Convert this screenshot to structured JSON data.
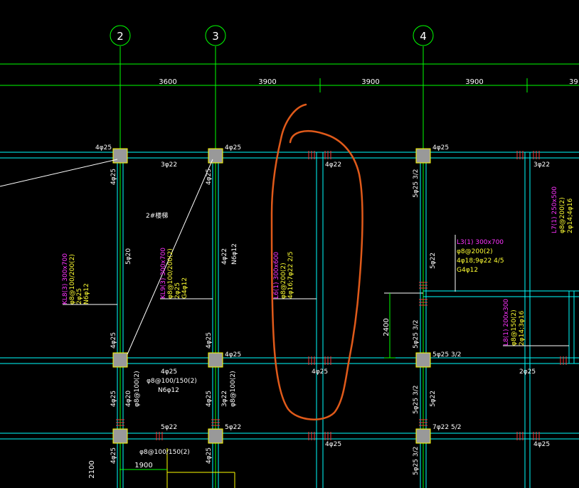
{
  "axes": [
    "2",
    "3",
    "4"
  ],
  "dimensions": {
    "d1": "3600",
    "d2": "3900",
    "d3": "3900",
    "d4": "3900",
    "d5": "39",
    "v1": "2400",
    "v2": "2100",
    "h1": "1900"
  },
  "labels": {
    "room": "2#楼梯",
    "kl8": "KL8(3) 300x700",
    "kl8_s": "φ8@100/200(2)",
    "kl8_t": "2φ25",
    "kl8_n": "N6φ12",
    "kl9": "KL9(3) 300x700",
    "kl9_s": "φ8@100/200(2)",
    "kl9_t": "2φ25",
    "kl9_n": "G4φ12",
    "l6": "L6(1) 300x600",
    "l6_s": "φ8@200(2)",
    "l6_t": "4φ16;7φ22 2/5",
    "l3": "L3(1) 300x700",
    "l3_s": "φ8@200(2)",
    "l3_t": "4φ18;9φ22 4/5",
    "l3_n": "G4φ12",
    "l7": "L7(1) 250x500",
    "l7_s": "φ8@200(2)",
    "l7_t": "2φ14;4φ16",
    "l8": "L8(1) 200x300",
    "l8_s": "φ8@150(2)",
    "l8_t": "2φ14;3φ16",
    "a1": "4φ25",
    "a2": "4φ25",
    "a3": "4φ25",
    "b1": "3φ22",
    "b2": "4φ22",
    "b3": "3φ22",
    "v1": "4φ25",
    "v2": "4φ25",
    "v3": "5φ20",
    "v4": "4φ22",
    "v5": "N6φ12",
    "v6": "5φ25 3/2",
    "v7": "5φ22",
    "c1": "4φ25",
    "c2": "4φ25",
    "c3": "5φ25 3/2",
    "c4": "4φ25",
    "d1": "4φ25",
    "d2": "4φ25",
    "d3": "2φ25",
    "s1": "φ8@100/150(2)",
    "s2": "N6φ12",
    "s3": "φ8@100(2)",
    "s4": "3φ22",
    "s5": "φ8@100(2)",
    "r1": "5φ22",
    "r2": "5φ22",
    "r3": "7φ22 5/2",
    "r4": "4φ25",
    "r5": "φ8@100/150(2)",
    "u1": "4φ25",
    "u2": "4φ25",
    "u3": "4φ25",
    "u4": "4φ25",
    "u5": "5φ25 3/2",
    "w1": "4φ20",
    "w2": "4φ25",
    "w3": "5φ25 3/2",
    "w4": "5φ22"
  },
  "colors": {
    "beam": "#00ffff",
    "axis": "#00ff00",
    "column": "#999999",
    "markup": "#e05a1a",
    "label_yellow": "#ffff33",
    "label_magenta": "#ff33ff"
  }
}
